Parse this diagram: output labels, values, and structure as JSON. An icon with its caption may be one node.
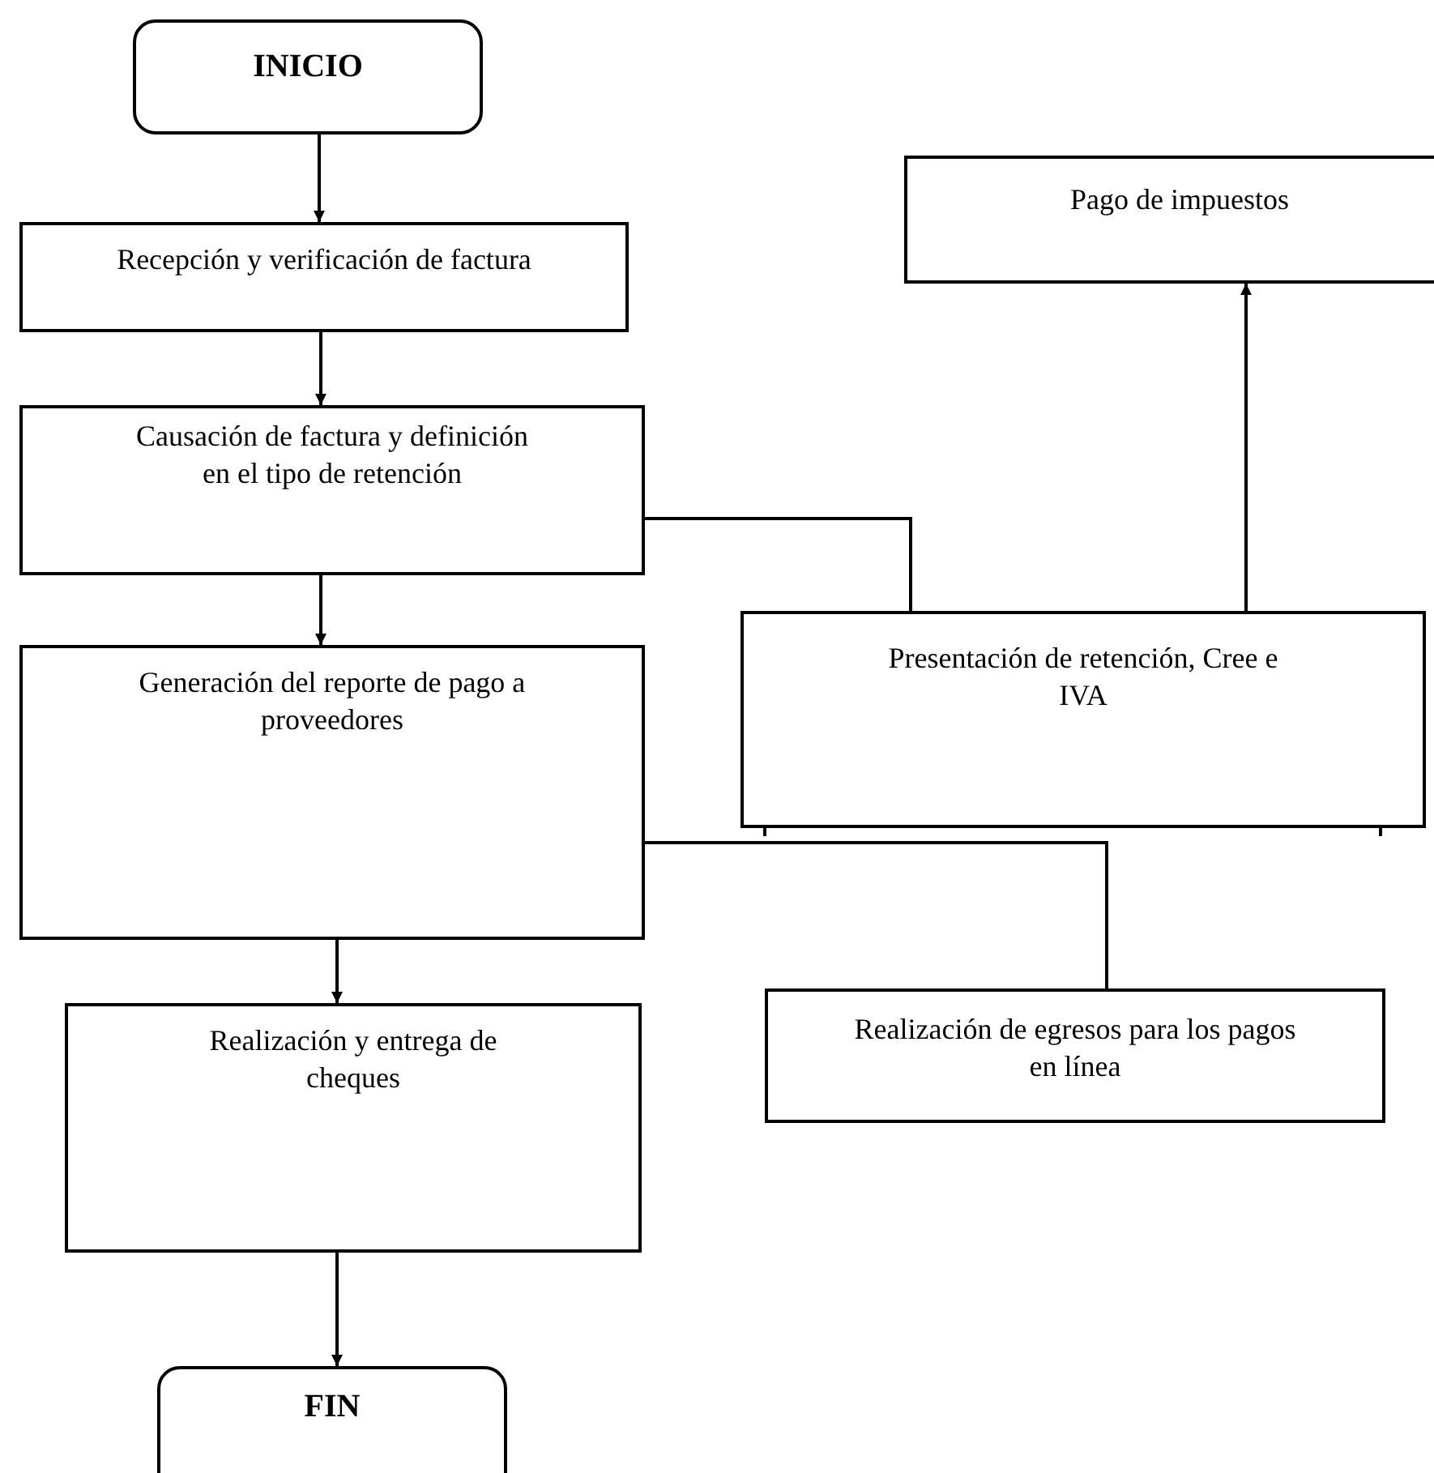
{
  "diagram": {
    "nodes": [
      {
        "text": [
          "INICIO"
        ]
      },
      {
        "text": [
          "Recepción y verificación de factura"
        ]
      },
      {
        "text": [
          "Pago de impuestos"
        ]
      },
      {
        "text": [
          "Causación de factura y definición en el tipo de retención"
        ]
      },
      {
        "text": [
          "Presentación de retención, Cree e IVA"
        ]
      },
      {
        "text": [
          "Generación del reporte de pago a proveedores"
        ]
      },
      {
        "text": [
          "Realización de egresos para los pagos en línea"
        ]
      },
      {
        "text": [
          "Realización y entrega de cheques"
        ]
      },
      {
        "text": [
          "FIN"
        ]
      }
    ],
    "edges": [
      {
        "from": 0,
        "to": 1,
        "arrow": "to"
      },
      {
        "from": 1,
        "to": 3,
        "arrow": "to"
      },
      {
        "from": 3,
        "to": 4,
        "arrow": "none"
      },
      {
        "from": 4,
        "to": 2,
        "arrow": "to"
      },
      {
        "from": 3,
        "to": 5,
        "arrow": "to"
      },
      {
        "from": 5,
        "to": 6,
        "arrow": "none"
      },
      {
        "from": 5,
        "to": 7,
        "arrow": "to"
      },
      {
        "from": 7,
        "to": 8,
        "arrow": "to"
      }
    ]
  }
}
